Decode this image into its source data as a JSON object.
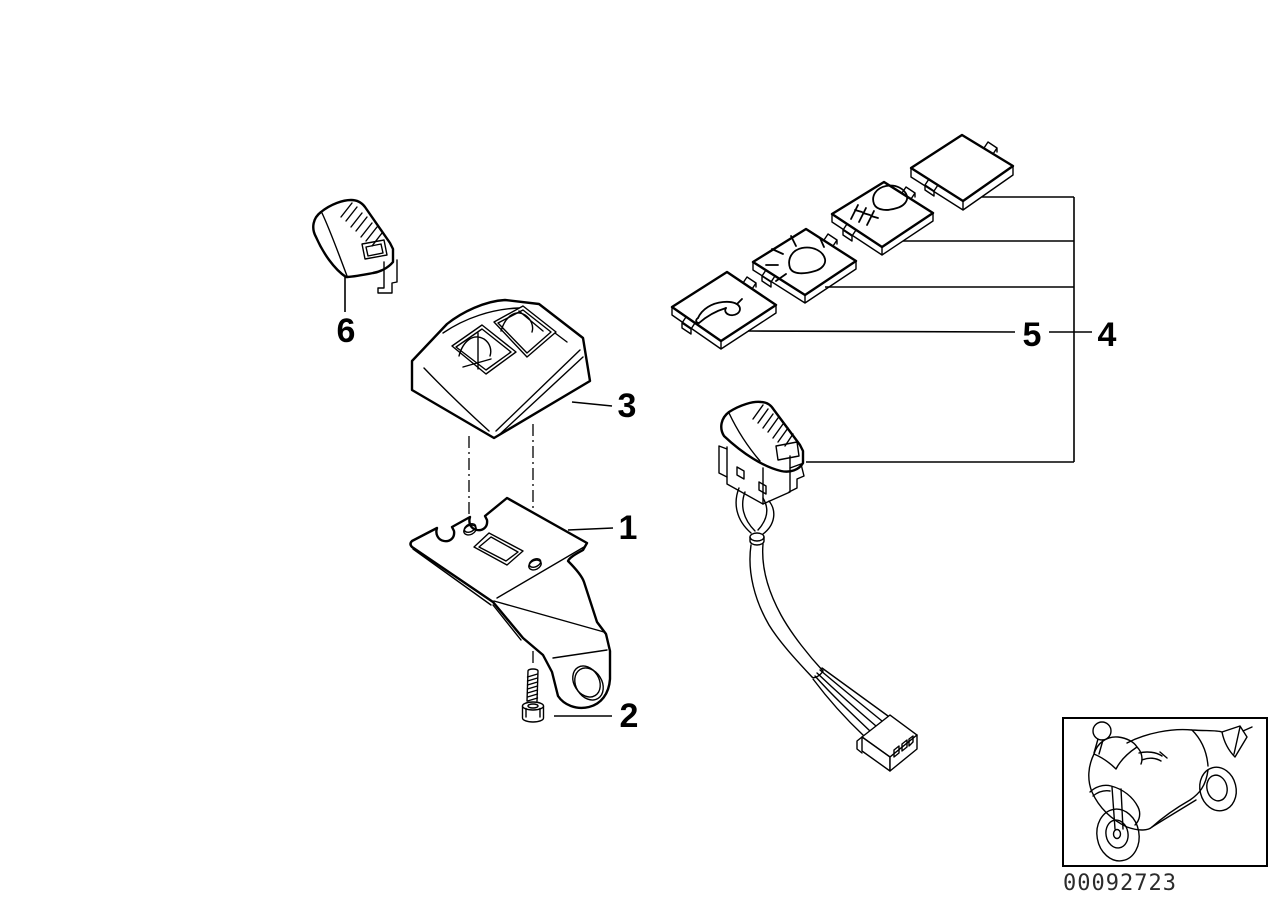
{
  "diagram": {
    "type": "exploded-parts-diagram",
    "callouts": {
      "mounting_bracket": "1",
      "screw": "2",
      "switch_housing": "3",
      "switch_assembly": "4",
      "symbol_cap_set": "5",
      "rocker_cap": "6"
    },
    "stamp_code": "00092723",
    "colors": {
      "line": "#000000",
      "background": "#ffffff"
    },
    "icon_names": [
      "horn-icon",
      "headlight-icon",
      "fog-light-icon",
      "motorcycle-icon"
    ]
  }
}
